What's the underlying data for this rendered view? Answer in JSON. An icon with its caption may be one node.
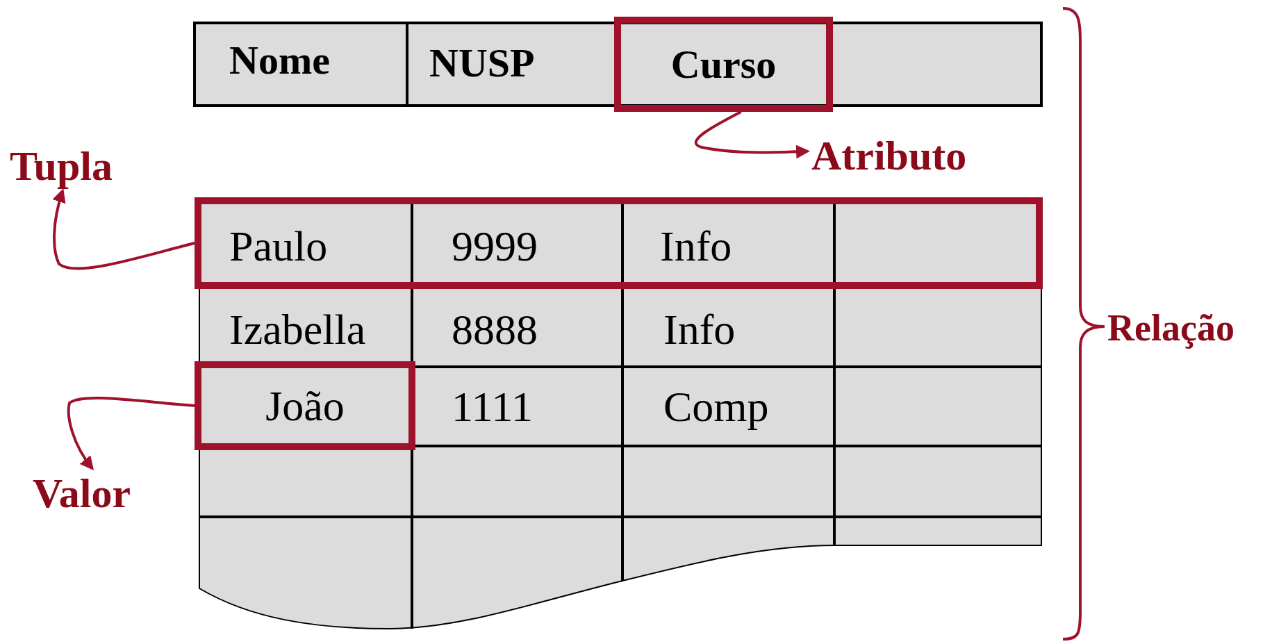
{
  "diagram": {
    "nodes": [
      {
        "text": [
          "Atributo"
        ]
      },
      {
        "text": [
          "Curso"
        ]
      },
      {
        "text": [
          "Tupla"
        ]
      },
      {
        "text": [],
        "shape": "box"
      },
      {
        "text": [
          "Paulo"
        ],
        "in": 3
      },
      {
        "text": [
          "9999"
        ],
        "in": 3
      },
      {
        "text": [
          "Info"
        ],
        "in": 3
      },
      {
        "text": [
          "Valor"
        ]
      },
      {
        "text": [
          "João"
        ]
      }
    ],
    "edges": [
      {
        "from": 1,
        "to": 0,
        "arrow": "to"
      },
      {
        "from": 3,
        "to": 2,
        "arrow": "to"
      },
      {
        "from": 8,
        "to": 7,
        "arrow": "to"
      }
    ],
    "labels": [
      "Nome",
      "NUSP",
      "Izabella",
      "8888",
      "Info",
      "1111",
      "Comp",
      "Relação"
    ]
  }
}
